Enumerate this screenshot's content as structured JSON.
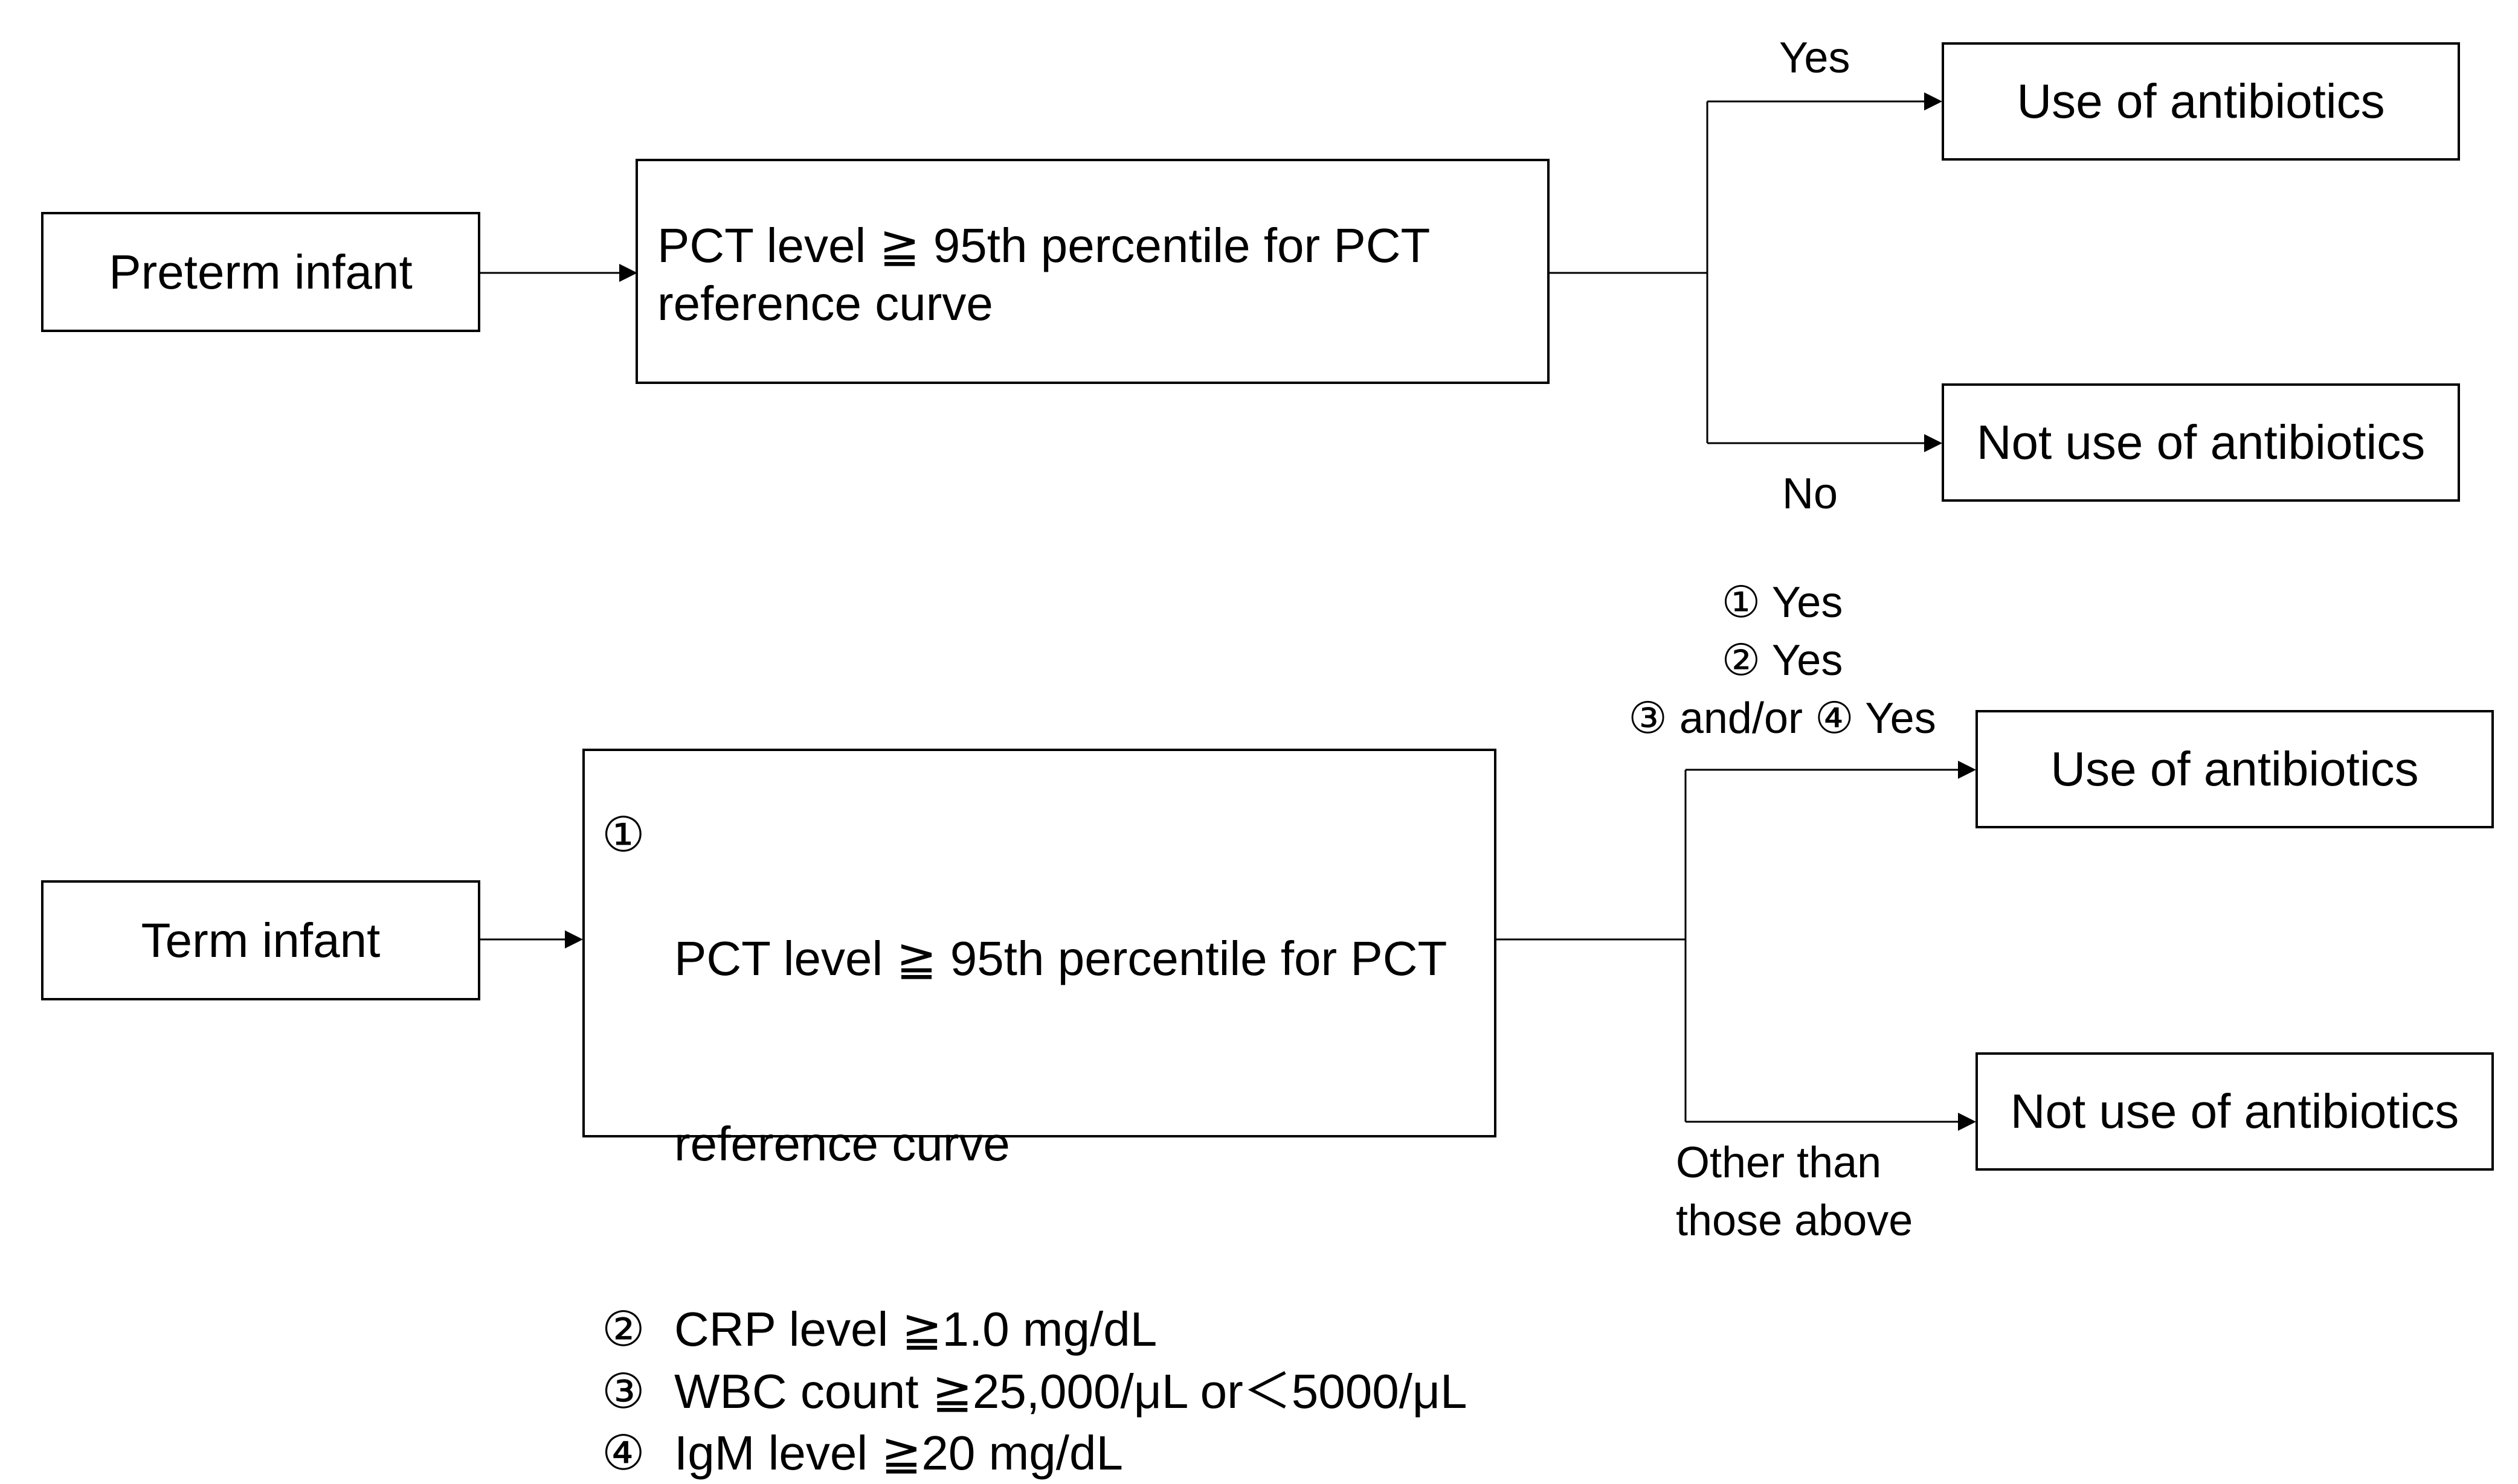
{
  "preterm": {
    "start": "Preterm infant",
    "criterion_line1": "PCT level ≧ 95th percentile for PCT",
    "criterion_line2": "reference curve",
    "branch_yes": "Yes",
    "branch_no": "No",
    "outcome_yes": "Use of antibiotics",
    "outcome_no": "Not use of antibiotics"
  },
  "term": {
    "start": "Term infant",
    "criteria": [
      {
        "num": "①",
        "line1": "PCT level ≧ 95th percentile for PCT",
        "line2": "reference curve"
      },
      {
        "num": "②",
        "line1": "CRP level ≧1.0 mg/dL"
      },
      {
        "num": "③",
        "line1": "WBC count ≧25,000/μL or＜5000/μL"
      },
      {
        "num": "④",
        "line1": "IgM level ≧20 mg/dL"
      }
    ],
    "branch_yes_lines": [
      "① Yes",
      "② Yes",
      "③ and/or ④ Yes"
    ],
    "branch_other_lines": [
      "Other than",
      "those above"
    ],
    "outcome_yes": "Use of antibiotics",
    "outcome_no": "Not use of antibiotics"
  }
}
